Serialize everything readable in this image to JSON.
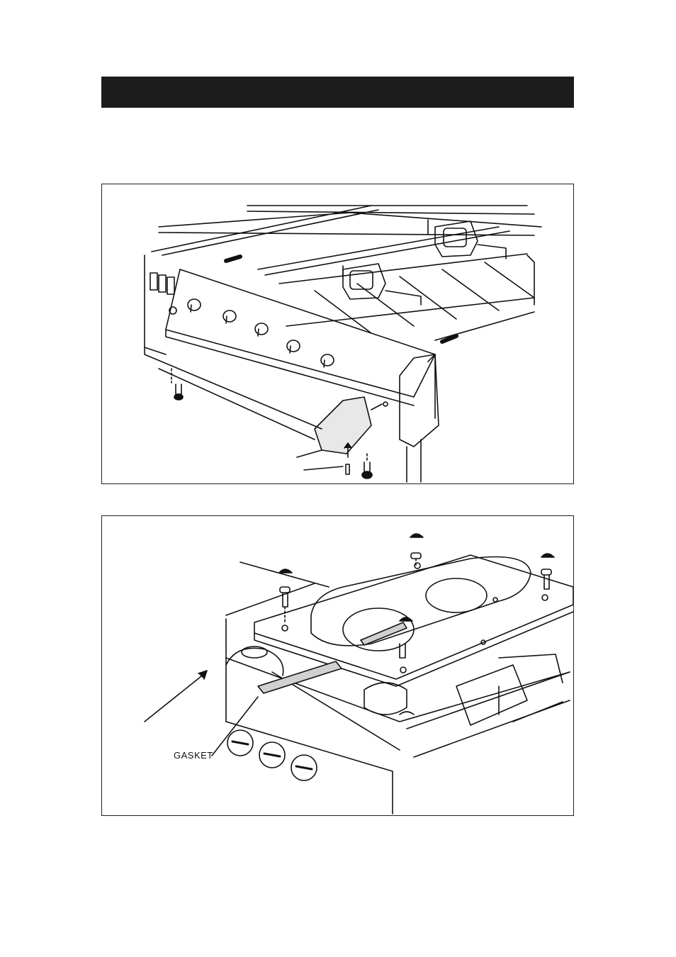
{
  "header": {
    "title": ""
  },
  "figures": [
    {
      "id": "figure-top",
      "caption": ""
    },
    {
      "id": "figure-bottom",
      "caption": "",
      "callouts": {
        "gasket": "GASKET"
      }
    }
  ],
  "colors": {
    "bar": "#1c1c1c",
    "line": "#111111"
  }
}
